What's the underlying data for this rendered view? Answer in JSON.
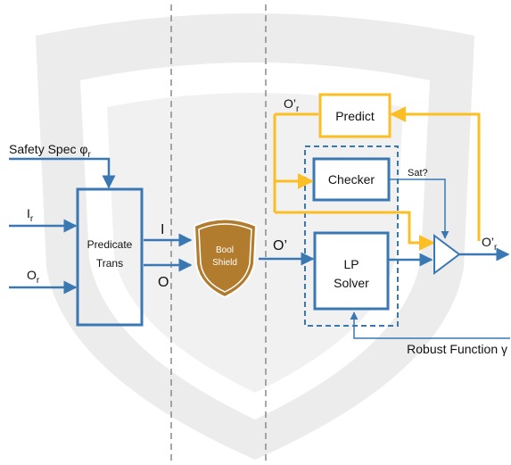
{
  "colors": {
    "blue": "#3a78b3",
    "gold": "#fbbf25",
    "shield_fill": "#b27c2e",
    "shield_outline": "#ffffff",
    "watermark": "#e3e3e3",
    "divider": "#8a8a8a"
  },
  "inputs": {
    "safety_spec": "Safety Spec φ",
    "safety_spec_sub": "r",
    "i_main": "I",
    "i_sub": "r",
    "o_main": "O",
    "o_sub": "r"
  },
  "predicate_trans": {
    "line1": "Predicate",
    "line2": "Trans"
  },
  "predicate_outputs": {
    "i": "I",
    "o": "O"
  },
  "bool_shield": {
    "line1": "Bool",
    "line2": "Shield"
  },
  "o_prime": "O’",
  "o_prime_r_top": {
    "main": "O’",
    "sub": "r"
  },
  "o_prime_r_out": {
    "main": "O’",
    "sub": "r"
  },
  "predict": "Predict",
  "checker": "Checker",
  "sat": "Sat?",
  "lp_solver": {
    "line1": "LP",
    "line2": "Solver"
  },
  "robust_function": "Robust Function γ"
}
